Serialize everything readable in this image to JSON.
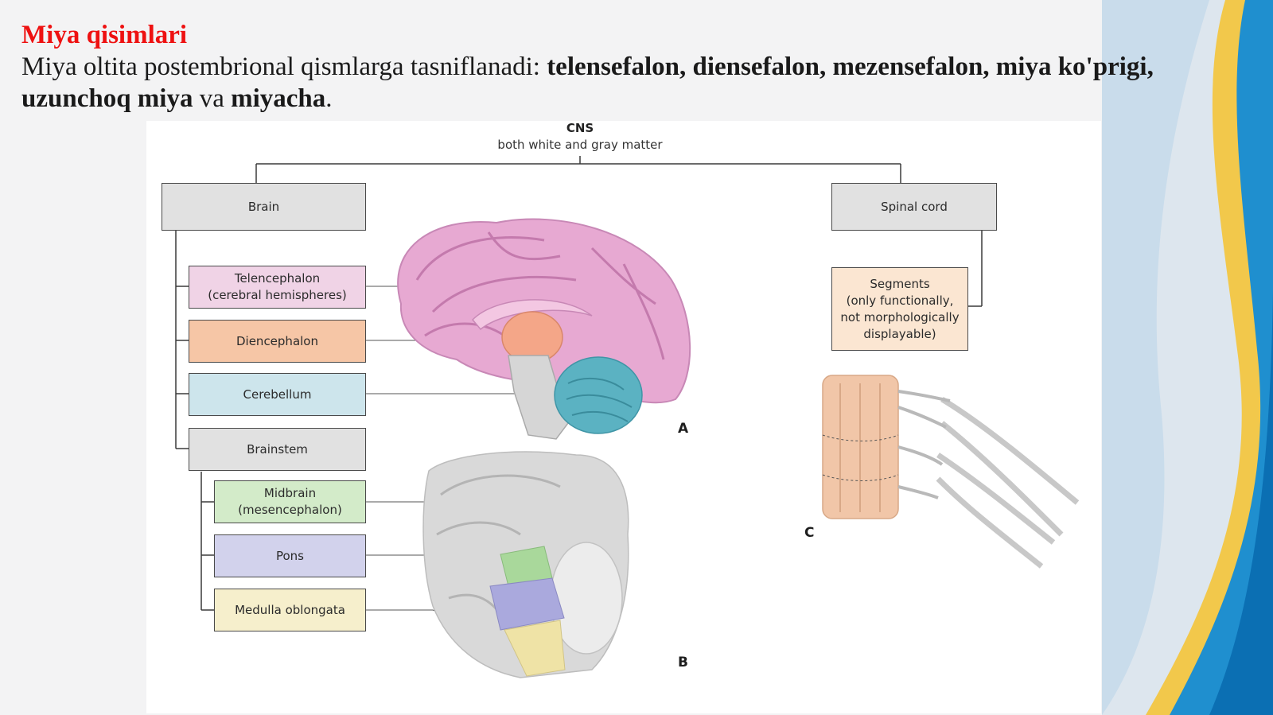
{
  "slide": {
    "title": "Miya qisimlari",
    "intro": "Miya oltita postembrional qismlarga tasniflanadi: ",
    "parts_bold_1": "telensefalon, diensefalon, mezensefalon, miya ko'prigi, uzunchoq miya",
    "and_word": " va ",
    "parts_bold_2": "miyacha",
    "end_period": "."
  },
  "figure": {
    "cns_title": "CNS",
    "cns_subtitle": "both white and gray matter",
    "boxes": {
      "brain": "Brain",
      "spinal_cord": "Spinal cord",
      "telencephalon": [
        "Telencephalon",
        "(cerebral hemispheres)"
      ],
      "diencephalon": "Diencephalon",
      "cerebellum": "Cerebellum",
      "brainstem": "Brainstem",
      "midbrain": [
        "Midbrain",
        "(mesencephalon)"
      ],
      "pons": "Pons",
      "medulla": "Medulla oblongata",
      "segments": [
        "Segments",
        "(only functionally,",
        "not morphologically",
        "displayable)"
      ]
    },
    "panel_labels": {
      "a": "A",
      "b": "B",
      "c": "C"
    },
    "colors": {
      "telencephalon": "#f0d3e6",
      "diencephalon": "#f6c6a6",
      "cerebellum": "#cde5ec",
      "brainstem": "#e1e1e1",
      "midbrain": "#d3ebc9",
      "pons": "#d2d2ec",
      "medulla": "#f6efcc",
      "segments": "#fbe6d2",
      "brain": "#e1e1e1",
      "spinal_cord": "#e1e1e1"
    }
  }
}
